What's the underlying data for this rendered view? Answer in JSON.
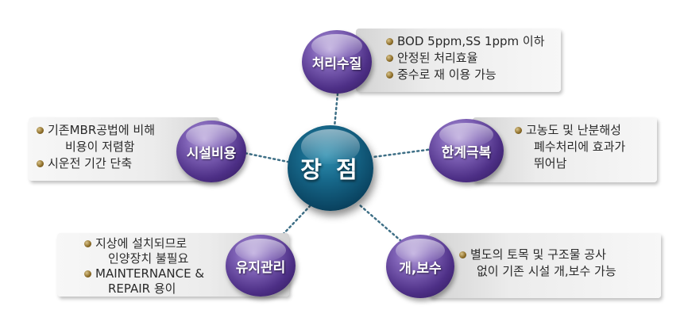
{
  "center": {
    "label": "장 점"
  },
  "nodes": [
    {
      "id": "treatment-quality",
      "label": "처리수질",
      "lines": [
        "BOD 5ppm,SS 1ppm 이하",
        "안정된 처리효율",
        "중수로 재 이용 가능"
      ]
    },
    {
      "id": "limit-overcome",
      "label": "한계극복",
      "lines": [
        "고농도 및 난분해성",
        "폐수처리에 효과가",
        "뛰어남"
      ]
    },
    {
      "id": "renovation",
      "label": "개,보수",
      "lines": [
        "별도의 토목 및 구조물 공사",
        "없이 기존 시설 개,보수 가능"
      ]
    },
    {
      "id": "maintenance",
      "label": "유지관리",
      "lines": [
        "지상에 설치되므로",
        "인양장치 불필요",
        "MAINTERNANCE &",
        "REPAIR 용이"
      ]
    },
    {
      "id": "facility-cost",
      "label": "시설비용",
      "lines": [
        "기존MBR공법에 비해",
        "비용이 저렴함",
        "시운전 기간 단축"
      ]
    }
  ]
}
